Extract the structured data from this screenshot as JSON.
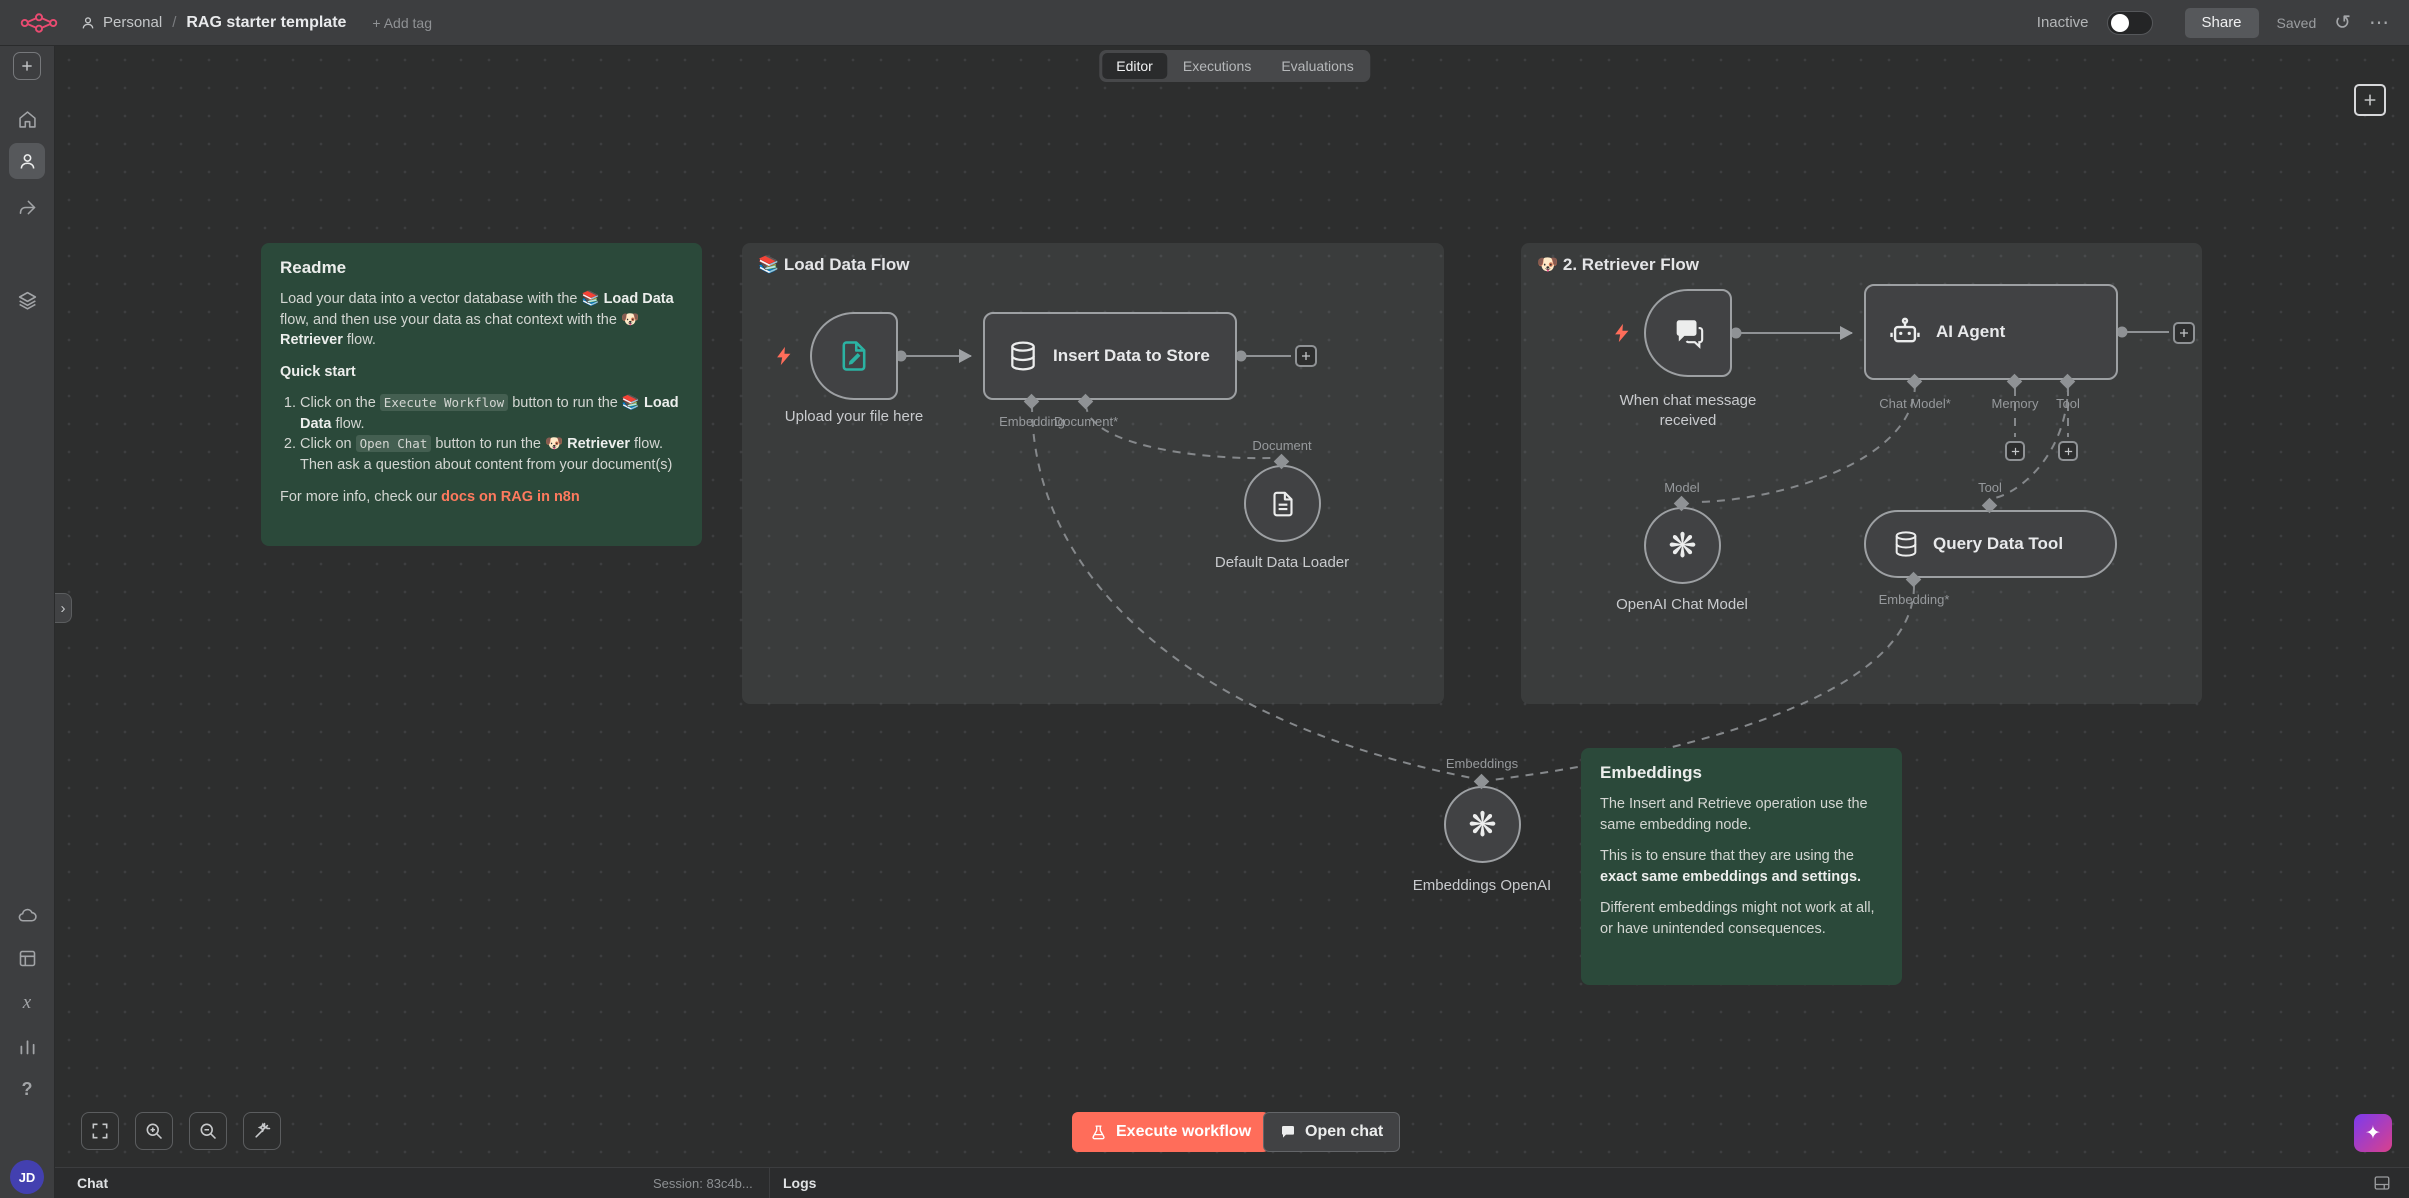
{
  "topbar": {
    "breadcrumb": "Personal",
    "breadcrumb_sep": "/",
    "title": "RAG starter template",
    "add_tag": "+ Add tag",
    "tabs": {
      "editor": "Editor",
      "executions": "Executions",
      "evaluations": "Evaluations"
    },
    "inactive_label": "Inactive",
    "share": "Share",
    "saved": "Saved"
  },
  "icons": {
    "history": "↺",
    "kebab": "⋯",
    "help": "?",
    "variables": "x",
    "openai": "❋",
    "assistant": "✦",
    "chevron_right": "›"
  },
  "sidebar": {
    "user_initials": "JD"
  },
  "readme": {
    "title": "Readme",
    "intro": {
      "a": "Load your data into a vector database with the ",
      "b": "📚 Load Data",
      "c": " flow, and then use your data as chat context with the ",
      "d": "🐶 Retriever",
      "e": " flow."
    },
    "quick_start": "Quick start",
    "step1": {
      "a": "Click on the ",
      "code": "Execute Workflow",
      "b": " button to run the ",
      "c": "📚 Load Data",
      "d": " flow."
    },
    "step2": {
      "a": "Click on ",
      "code": "Open Chat",
      "b": " button to run the ",
      "c": "🐶 Retriever",
      "d": " flow. Then ask a question about content from your document(s)"
    },
    "footer": {
      "a": "For more info, check our ",
      "link": "docs on RAG in n8n"
    }
  },
  "load_flow": {
    "title": "📚 Load Data Flow",
    "trigger_label": "Upload your file here",
    "insert_node": "Insert Data to Store",
    "port_embedding": "Embedding",
    "port_document": "Document*",
    "loader_port": "Document",
    "loader_label": "Default Data Loader"
  },
  "retriever_flow": {
    "title": "🐶 2. Retriever Flow",
    "trigger_label": "When chat message received",
    "agent_node": "AI Agent",
    "port_chat_model": "Chat Model*",
    "port_memory": "Memory",
    "port_tool": "Tool",
    "model_port": "Model",
    "model_label": "OpenAI Chat Model",
    "tool_port": "Tool",
    "tool_node": "Query Data Tool",
    "port_embedding": "Embedding*"
  },
  "embeddings_node": {
    "port": "Embeddings",
    "label": "Embeddings OpenAI"
  },
  "embeddings_note": {
    "title": "Embeddings",
    "p1": "The Insert and Retrieve operation use the same embedding node.",
    "p2a": "This is to ensure that they are using the ",
    "p2b": "exact same embeddings and settings.",
    "p3": "Different embeddings might not work at all, or have unintended consequences."
  },
  "controls": {
    "execute": "Execute workflow",
    "open_chat": "Open chat"
  },
  "statusbar": {
    "chat": "Chat",
    "session": "Session: 83c4b...",
    "logs": "Logs"
  }
}
